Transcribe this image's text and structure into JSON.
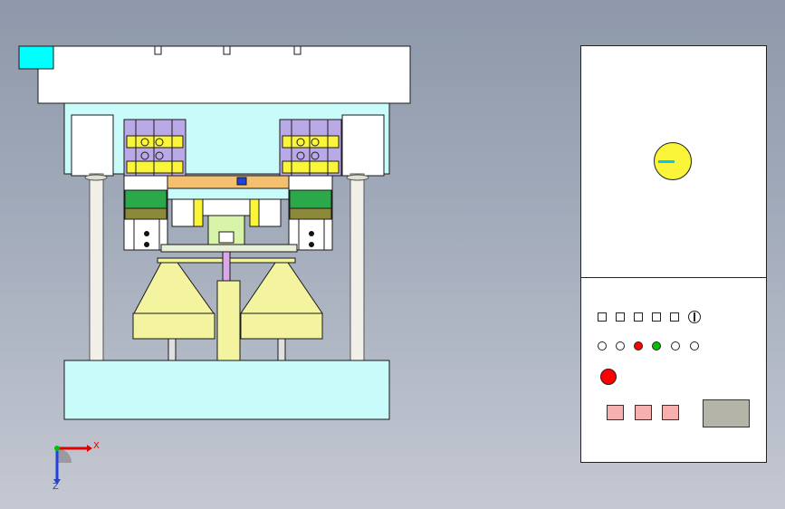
{
  "viewport": {
    "axis_x_label": "X",
    "axis_y_label": "Z"
  },
  "colors": {
    "background_top": "#8d98aa",
    "plate_cyan": "#c8fbfa",
    "accent_cyan": "#00ffff",
    "yellow": "#fbf53a",
    "hopper_yellow": "#f4f4a0",
    "lavender": "#b9a9e6",
    "indicator_red": "#ff0000",
    "indicator_green": "#00c000",
    "button_pink": "#f6b0ad",
    "display_gray": "#b4b4a8"
  },
  "control_panel": {
    "dial_icon": "rotary-knob-icon",
    "switch_row": [
      "square-switch",
      "square-switch",
      "square-switch",
      "square-switch",
      "square-switch",
      "toggle-switch"
    ],
    "lamps": [
      "off",
      "off",
      "red",
      "green",
      "off",
      "off"
    ],
    "emergency_stop": "red-button",
    "push_buttons": [
      "pink-button",
      "pink-button",
      "pink-button"
    ],
    "display": "gray-display"
  }
}
